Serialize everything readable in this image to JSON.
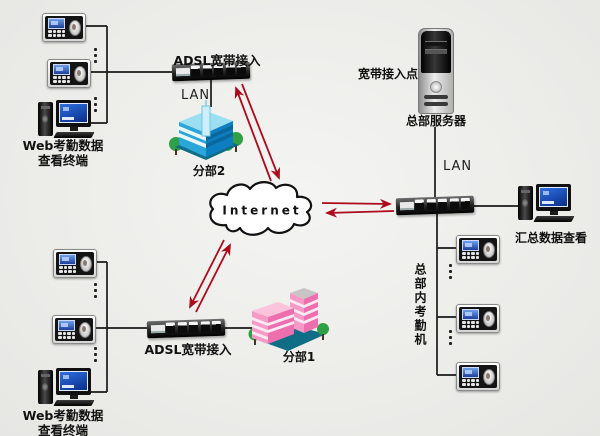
{
  "diagram": {
    "cloud": {
      "label": "Internet"
    },
    "branch2_cluster": {
      "router_label": "ADSL宽带接入",
      "lan_label": "LAN",
      "building_label": "分部2",
      "terminal_label_line1": "Web考勤数据",
      "terminal_label_line2": "查看终端"
    },
    "branch1_cluster": {
      "router_label": "ADSL宽带接入",
      "building_label": "分部1",
      "terminal_label_line1": "Web考勤数据",
      "terminal_label_line2": "查看终端"
    },
    "hq_cluster": {
      "access_point_label": "宽带接入点",
      "server_label": "总部服务器",
      "lan_label": "LAN",
      "summary_terminal_label": "汇总数据查看",
      "attendance_machines_label": "总部内考勤机"
    }
  },
  "icons": {
    "attendance-terminal-icon": "css-shape: black panel, blue lcd, fingerprint oval",
    "workstation-icon": "css-shape: tower + crt monitor + keyboard",
    "server-tower-icon": "css-shape: black/silver tower",
    "router-icon": "css-shape: dark switch with 5 ports",
    "building-icon": "svg isometric building with trees",
    "internet-cloud-icon": "svg cloud outline",
    "ellipsis-dots": "⋮"
  },
  "colors": {
    "arrow_red": "#ad0a1c",
    "line_black": "#1a1a1a",
    "building_blue": "#2aa6da",
    "building_pink": "#f79ac6",
    "screen_blue": "#2e6fe0",
    "background": "#efefec"
  }
}
